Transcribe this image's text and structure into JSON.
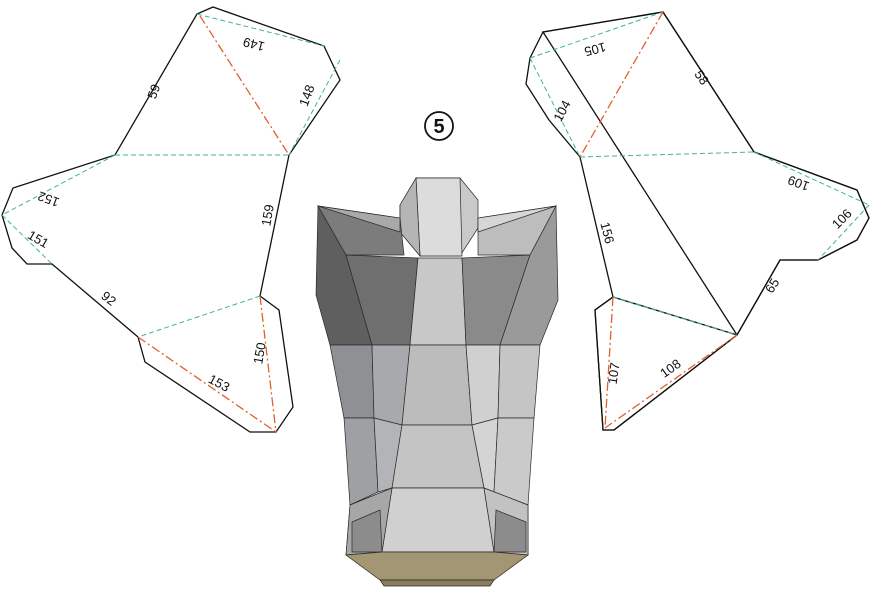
{
  "step": "5",
  "left_piece": {
    "labels": [
      "149",
      "59",
      "148",
      "152",
      "159",
      "151",
      "92",
      "150",
      "153"
    ]
  },
  "right_piece": {
    "labels": [
      "105",
      "58",
      "104",
      "109",
      "156",
      "106",
      "65",
      "107",
      "108"
    ]
  },
  "colors": {
    "cut_line": "#111111",
    "valley_fold": "#3fb39a",
    "mountain_fold": "#e0602a"
  },
  "model_preview": "low-poly head render (gray)"
}
